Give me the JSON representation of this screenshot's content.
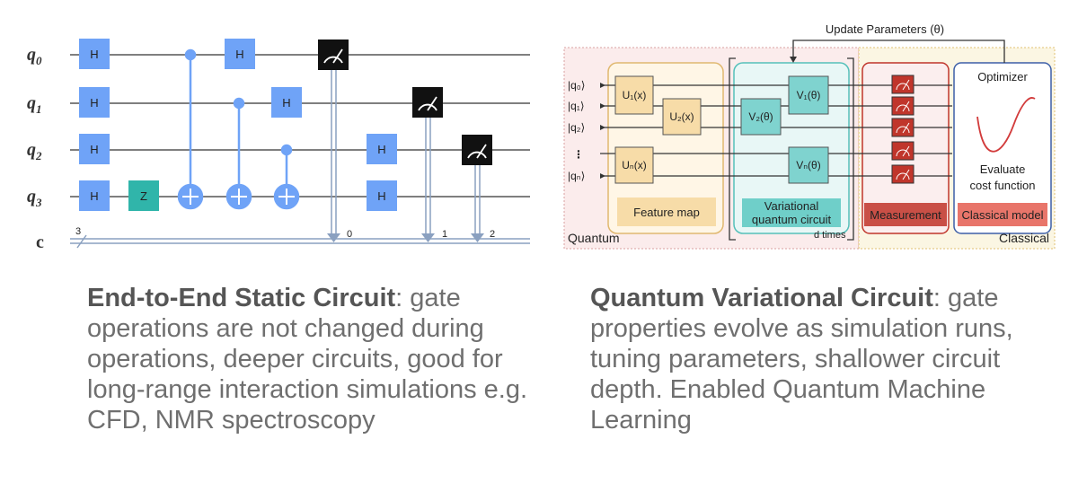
{
  "left": {
    "qubits": [
      "q0",
      "q1",
      "q2",
      "q3"
    ],
    "classical_label": "c",
    "classical_count": "3",
    "gates": {
      "h": "H",
      "z": "Z"
    },
    "measure_indices": [
      "0",
      "1",
      "2"
    ],
    "colors": {
      "h_gate": "#6fa3f7",
      "z_gate": "#30b5aa",
      "cnot": "#6fa3f7",
      "measure": "#111111",
      "wire": "#333333",
      "classical_wire": "#8aa0c0"
    }
  },
  "right": {
    "update_label": "Update Parameters (θ)",
    "kets": [
      "|q₀⟩",
      "|q₁⟩",
      "|q₂⟩",
      "⋮",
      "|qₙ⟩"
    ],
    "u_gates": [
      "U₁(x)",
      "U₂(x)",
      "Uₙ(x)"
    ],
    "v_gates": [
      "V₁(θ)",
      "V₂(θ)",
      "Vₙ(θ)"
    ],
    "feature_map_label": "Feature map",
    "vqc_label_1": "Variational",
    "vqc_label_2": "quantum circuit",
    "d_times": "d times",
    "measurement_label": "Measurement",
    "optimizer_label": "Optimizer",
    "evaluate_label_1": "Evaluate",
    "evaluate_label_2": "cost function",
    "classical_model_label": "Classical model",
    "quantum_label": "Quantum",
    "classical_label": "Classical",
    "colors": {
      "u_gate": "#f7dca8",
      "v_gate": "#7fd3cf",
      "measure_box": "#c0352b",
      "measure_label_bg": "#c94f46",
      "classical_model_bg": "#e8756a",
      "feature_bg": "#f7dca8",
      "vqc_bg": "#6fcfc9",
      "curve": "#d23b3b"
    }
  },
  "captions": {
    "left_bold": "End-to-End Static Circuit",
    "left_rest": ": gate operations are not changed during operations, deeper circuits, good for long-range interaction simulations e.g. CFD, NMR spectroscopy",
    "right_bold": "Quantum Variational Circuit",
    "right_rest": ": gate properties evolve as simulation runs, tuning parameters, shallower circuit depth. Enabled Quantum Machine Learning"
  }
}
